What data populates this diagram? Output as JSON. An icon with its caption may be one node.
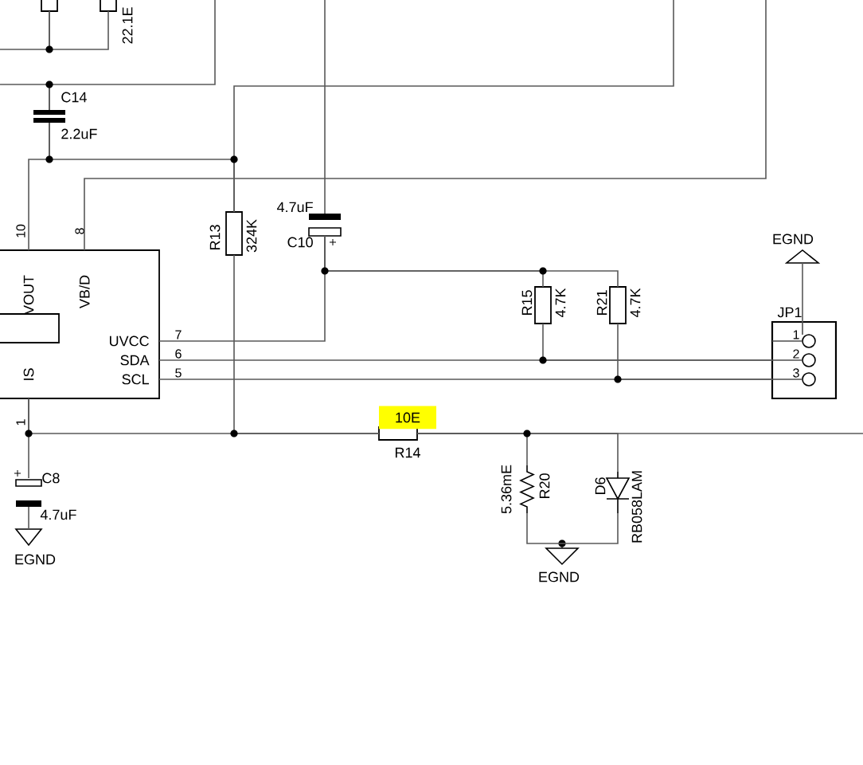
{
  "diagram": {
    "nodes": [
      {
        "text": [
          "VOUT",
          "VB/D",
          "UVCC",
          "SDA",
          "SCL",
          "IS"
        ]
      },
      {
        "text": [
          "C14",
          "2.2uF"
        ]
      },
      {
        "text": [
          "R13",
          "324K"
        ]
      },
      {
        "text": [
          "4.7uF",
          "C10"
        ]
      },
      {
        "text": [
          "R15",
          "4.7K"
        ]
      },
      {
        "text": [
          "R21",
          "4.7K"
        ]
      },
      {
        "text": [
          "JP1"
        ]
      },
      {
        "text": [
          "EGND"
        ]
      },
      {
        "text": [
          "C8",
          "4.7uF"
        ]
      },
      {
        "text": [
          "EGND"
        ]
      },
      {
        "text": [
          "10E",
          "R14"
        ]
      },
      {
        "text": [
          "5.36mE",
          "R20"
        ]
      },
      {
        "text": [
          "D6",
          "RB058LAM"
        ]
      },
      {
        "text": [
          "EGND"
        ]
      },
      {
        "text": [],
        "shape": "box"
      },
      {
        "text": [
          "22.1E"
        ]
      }
    ],
    "edges": [
      {
        "from": 15,
        "to": 14,
        "arrow": "none"
      },
      {
        "from": 14,
        "to": null,
        "arrow": "none"
      },
      {
        "from": 1,
        "to": null,
        "arrow": "none"
      },
      {
        "from": 1,
        "to": null,
        "arrow": "none"
      },
      {
        "from": 1,
        "to": 0,
        "arrow": "none"
      },
      {
        "from": 1,
        "to": 2,
        "arrow": "none"
      },
      {
        "from": 2,
        "to": null,
        "arrow": "none"
      },
      {
        "from": 0,
        "to": null,
        "arrow": "none"
      },
      {
        "from": 3,
        "to": null,
        "arrow": "none"
      },
      {
        "from": 0,
        "to": 3,
        "arrow": "none"
      },
      {
        "from": 3,
        "to": 4,
        "arrow": "none"
      },
      {
        "from": 3,
        "to": 5,
        "arrow": "none"
      },
      {
        "from": 0,
        "to": 6,
        "arrow": "none"
      },
      {
        "from": 0,
        "to": 6,
        "arrow": "none"
      },
      {
        "from": 4,
        "to": 6,
        "arrow": "none"
      },
      {
        "from": 5,
        "to": 6,
        "arrow": "none"
      },
      {
        "from": 6,
        "to": 7,
        "arrow": "none"
      },
      {
        "from": 0,
        "to": 8,
        "arrow": "none"
      },
      {
        "from": 0,
        "to": 10,
        "arrow": "none"
      },
      {
        "from": 2,
        "to": 10,
        "arrow": "none"
      },
      {
        "from": 8,
        "to": 9,
        "arrow": "none"
      },
      {
        "from": 10,
        "to": null,
        "arrow": "none"
      },
      {
        "from": 10,
        "to": 11,
        "arrow": "none"
      },
      {
        "from": 10,
        "to": 12,
        "arrow": "none"
      },
      {
        "from": 11,
        "to": 13,
        "arrow": "none"
      },
      {
        "from": 12,
        "to": 13,
        "arrow": "none"
      }
    ],
    "labels": [
      "10",
      "8",
      "7",
      "6",
      "5",
      "1",
      "1",
      "2",
      "3"
    ]
  }
}
